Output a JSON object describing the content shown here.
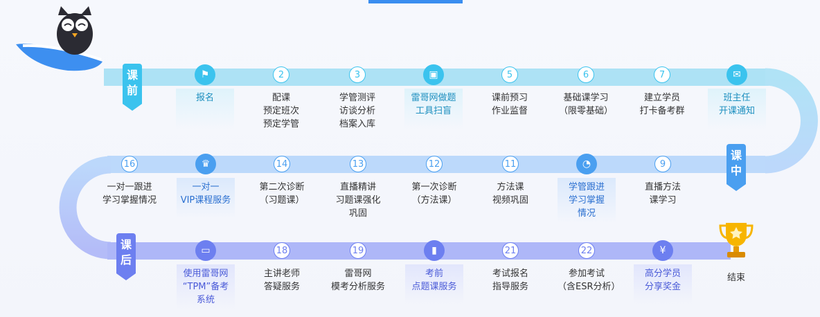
{
  "colors": {
    "pre": "#3bc3ee",
    "mid": "#4a9ff0",
    "post": "#6d7ff0",
    "accent_bar": "#3a8ef0"
  },
  "phases": {
    "pre": "课\n前",
    "mid": "课\n中",
    "post": "课\n后"
  },
  "row1": [
    {
      "marker": "flag-icon",
      "label": "报名",
      "highlight": true
    },
    {
      "marker": "2",
      "label": "配课\n预定班次\n预定学管"
    },
    {
      "marker": "3",
      "label": "学管测评\n访谈分析\n档案入库"
    },
    {
      "marker": "briefcase-icon",
      "label": "雷哥网做题\n工具扫盲",
      "highlight": true
    },
    {
      "marker": "5",
      "label": "课前预习\n作业监督"
    },
    {
      "marker": "6",
      "label": "基础课学习\n（限零基础）"
    },
    {
      "marker": "7",
      "label": "建立学员\n打卡备考群"
    },
    {
      "marker": "mail-icon",
      "label": "班主任\n开课通知",
      "highlight": true
    }
  ],
  "row2": [
    {
      "marker": "16",
      "label": "一对一跟进\n学习掌握情况"
    },
    {
      "marker": "crown-icon",
      "label": "一对一\nVIP课程服务",
      "highlight": true
    },
    {
      "marker": "14",
      "label": "第二次诊断\n（习题课）"
    },
    {
      "marker": "13",
      "label": "直播精讲\n习题课强化\n巩固"
    },
    {
      "marker": "12",
      "label": "第一次诊断\n（方法课）"
    },
    {
      "marker": "11",
      "label": "方法课\n视频巩固"
    },
    {
      "marker": "pie-chart-icon",
      "label": "学管跟进\n学习掌握\n情况",
      "highlight": true
    },
    {
      "marker": "9",
      "label": "直播方法\n课学习"
    }
  ],
  "row3": [
    {
      "marker": "laptop-icon",
      "label": "使用雷哥网\n“TPM”备考\n系统",
      "highlight": true
    },
    {
      "marker": "18",
      "label": "主讲老师\n答疑服务"
    },
    {
      "marker": "19",
      "label": "雷哥网\n模考分析服务"
    },
    {
      "marker": "book-icon",
      "label": "考前\n点题课服务",
      "highlight": true
    },
    {
      "marker": "21",
      "label": "考试报名\n指导服务"
    },
    {
      "marker": "22",
      "label": "参加考试\n（含ESR分析）"
    },
    {
      "marker": "money-bag-icon",
      "label": "高分学员\n分享奖金",
      "highlight": true
    }
  ],
  "end": {
    "marker": "trophy-icon",
    "label": "结束"
  }
}
